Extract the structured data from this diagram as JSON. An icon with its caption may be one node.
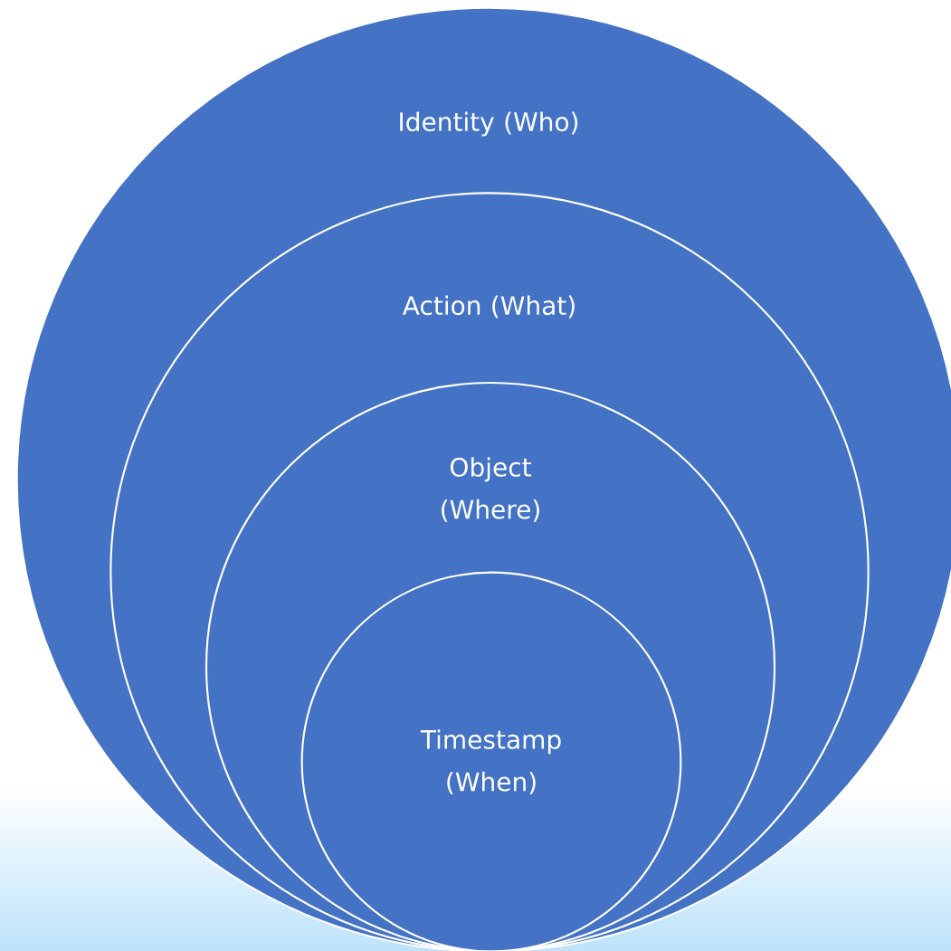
{
  "diagram": {
    "nodes": [
      {
        "text": [
          "Identity (Who)"
        ]
      },
      {
        "text": [
          "Action (What)"
        ],
        "in": 0
      },
      {
        "text": [
          "Object (Where)"
        ],
        "in": 1
      },
      {
        "text": [
          "Timestamp (When)"
        ],
        "in": 2
      }
    ]
  }
}
